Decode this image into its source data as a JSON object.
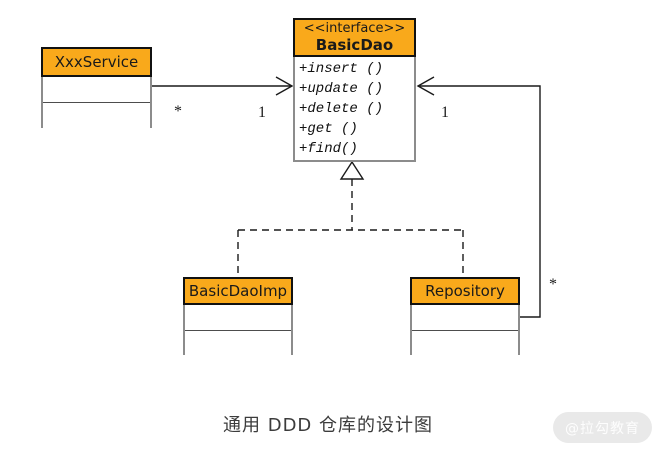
{
  "colors": {
    "header_bg": "#F9A91B",
    "line": "#1a1a1a",
    "caption": "#3c3c3c",
    "watermark_bg": "#e9e9e9",
    "watermark_text": "#fdfdfd"
  },
  "classes": {
    "xxxservice": {
      "name": "XxxService"
    },
    "basicdao": {
      "stereotype": "<<interface>>",
      "name": "BasicDao",
      "methods": [
        "+insert ()",
        "+update ()",
        "+delete ()",
        "+get ()",
        "+find()"
      ]
    },
    "basicdaoimp": {
      "name": "BasicDaoImp"
    },
    "repository": {
      "name": "Repository"
    }
  },
  "multiplicities": {
    "service_star": "*",
    "service_one": "1",
    "dao_one": "1",
    "repo_star": "*"
  },
  "caption": "通用 DDD 仓库的设计图",
  "watermark": "@拉勾教育"
}
